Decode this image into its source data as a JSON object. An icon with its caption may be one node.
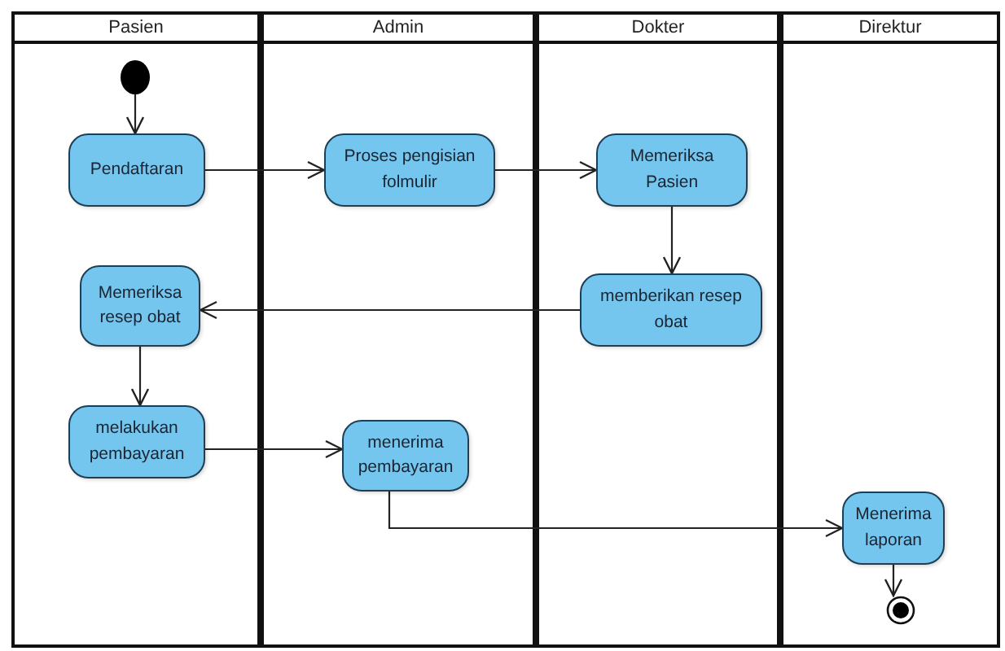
{
  "diagram": {
    "nodes": [
      {
        "text": [
          "Pasien"
        ]
      },
      {
        "text": [
          "Admin"
        ]
      },
      {
        "text": [
          "Dokter"
        ]
      },
      {
        "text": [
          "Direktur"
        ]
      },
      {
        "text": [],
        "shape": "circle",
        "in": 0
      },
      {
        "text": [
          "Pendaftaran"
        ],
        "in": 0
      },
      {
        "text": [
          "Proses pengisian folmulir"
        ],
        "in": 1
      },
      {
        "text": [
          "Memeriksa Pasien"
        ],
        "in": 2
      },
      {
        "text": [
          "memberikan resep obat"
        ],
        "in": 2
      },
      {
        "text": [
          "Memeriksa resep obat"
        ],
        "in": 0
      },
      {
        "text": [
          "melakukan pembayaran"
        ],
        "in": 0
      },
      {
        "text": [
          "menerima pembayaran"
        ],
        "in": 1
      },
      {
        "text": [
          "Menerima laporan"
        ],
        "in": 3
      },
      {
        "text": [],
        "shape": "circle",
        "in": 3
      }
    ],
    "edges": [
      {
        "from": 4,
        "to": 5,
        "arrow": "to"
      },
      {
        "from": 5,
        "to": 6,
        "arrow": "to"
      },
      {
        "from": 6,
        "to": 7,
        "arrow": "to"
      },
      {
        "from": 7,
        "to": 8,
        "arrow": "to"
      },
      {
        "from": 8,
        "to": 9,
        "arrow": "to"
      },
      {
        "from": 9,
        "to": 10,
        "arrow": "to"
      },
      {
        "from": 10,
        "to": 11,
        "arrow": "to"
      },
      {
        "from": 11,
        "to": 12,
        "arrow": "to"
      },
      {
        "from": 12,
        "to": 13,
        "arrow": "to"
      }
    ]
  }
}
